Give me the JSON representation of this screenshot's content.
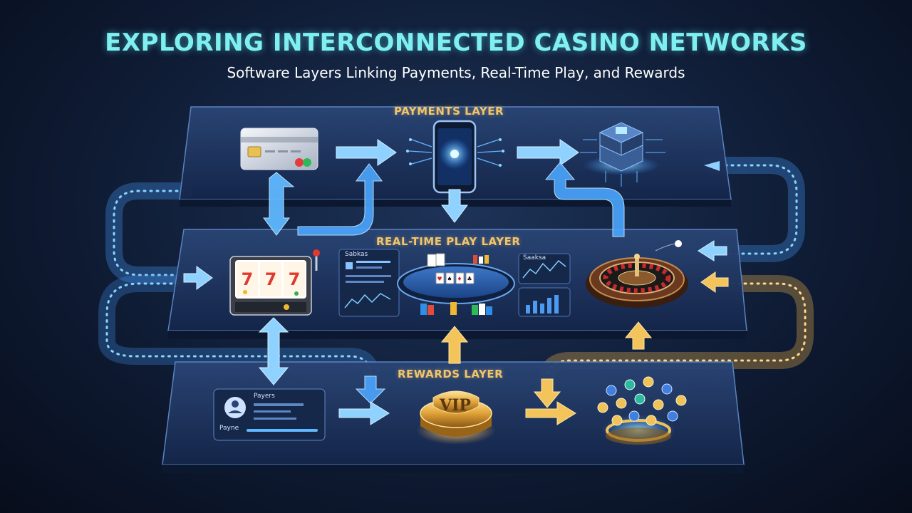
{
  "header": {
    "title": "EXPLORING INTERCONNECTED CASINO NETWORKS",
    "subtitle": "Software Layers Linking Payments, Real-Time Play, and Rewards"
  },
  "layers": {
    "payments": {
      "title": "PAYMENTS LAYER"
    },
    "play": {
      "title": "REAL-TIME PLAY LAYER",
      "dashboard_label_left": "Sabkas",
      "dashboard_label_right": "Saaksa"
    },
    "rewards": {
      "title": "REWARDS LAYER",
      "profile_name": "Payers",
      "profile_footer": "Payne",
      "vip_label": "VIP"
    }
  },
  "icons": {
    "card": "credit-card-icon",
    "phone": "smartphone-icon",
    "server": "server-icon",
    "slot": "slot-machine-icon",
    "poker": "poker-table-icon",
    "roulette": "roulette-wheel-icon",
    "vip": "vip-badge-icon",
    "coins": "coin-fountain-icon"
  },
  "colors": {
    "title": "#7ff0ef",
    "layer_title": "#f2c56a",
    "blue_flow": "#58b8ff",
    "gold_flow": "#f3c45a",
    "panel": "#1a2d52"
  }
}
